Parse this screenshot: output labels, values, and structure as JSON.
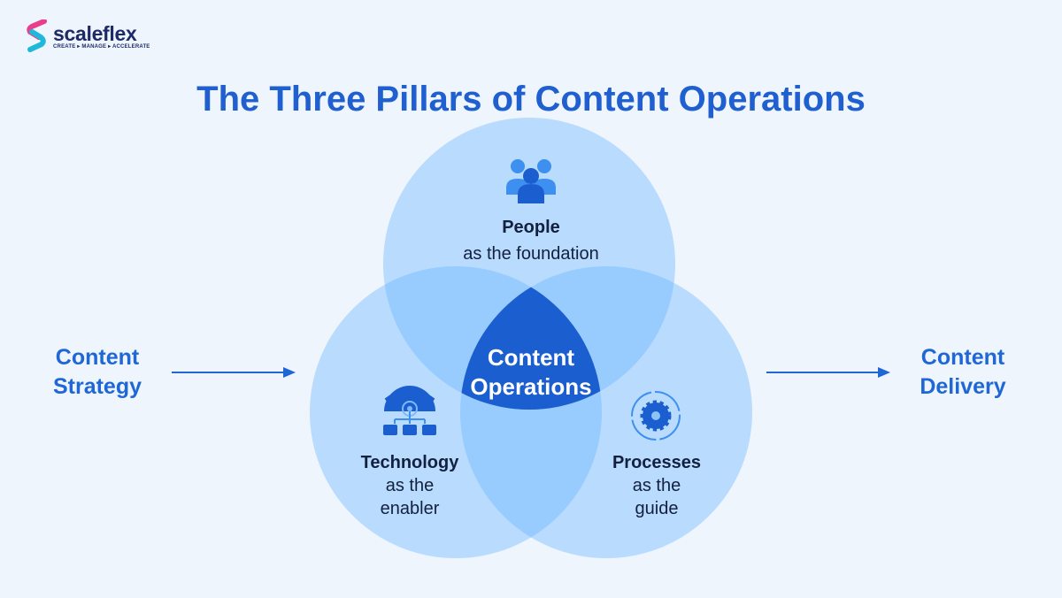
{
  "logo": {
    "name": "scaleflex",
    "tagline": "CREATE ▸ MANAGE ▸ ACCELERATE"
  },
  "title": "The Three Pillars of Content Operations",
  "left_label": {
    "line1": "Content",
    "line2": "Strategy"
  },
  "right_label": {
    "line1": "Content",
    "line2": "Delivery"
  },
  "center": {
    "line1": "Content",
    "line2": "Operations"
  },
  "pillars": [
    {
      "title": "People",
      "subtitle": "as the foundation",
      "icon": "people-icon"
    },
    {
      "title": "Technology",
      "subtitle1": "as the",
      "subtitle2": "enabler",
      "icon": "technology-gear-network-icon"
    },
    {
      "title": "Processes",
      "subtitle1": "as the",
      "subtitle2": "guide",
      "icon": "process-cycle-gear-icon"
    }
  ],
  "colors": {
    "accent": "#1f5fd0",
    "center": "#1b5ecf",
    "circle": "#63b0ff"
  }
}
